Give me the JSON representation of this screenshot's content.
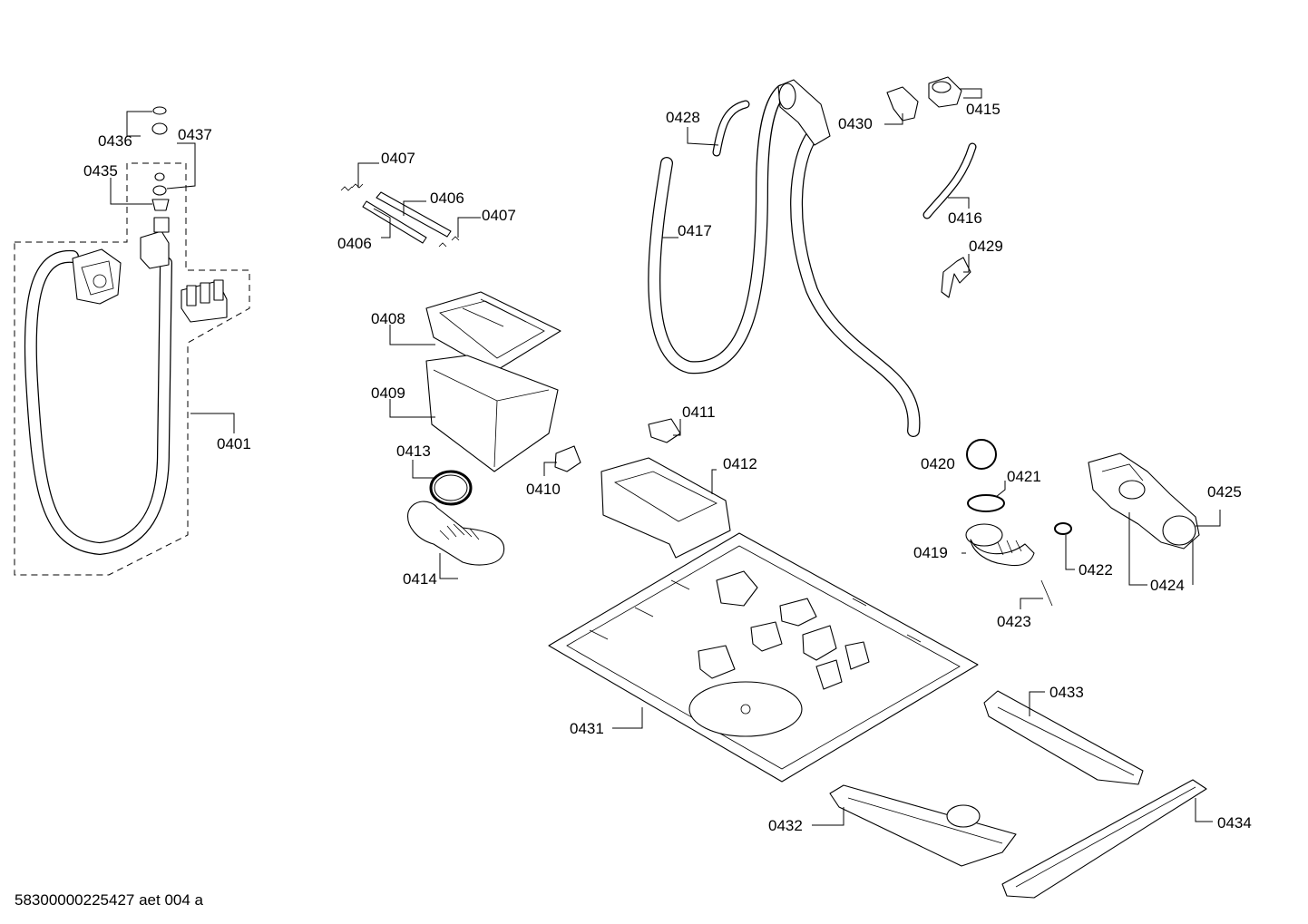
{
  "document_id": "58300000225427 aet 004 a",
  "parts": {
    "p0401": "0401",
    "p0406a": "0406",
    "p0406b": "0406",
    "p0407a": "0407",
    "p0407b": "0407",
    "p0408": "0408",
    "p0409": "0409",
    "p0410": "0410",
    "p0411": "0411",
    "p0412": "0412",
    "p0413": "0413",
    "p0414": "0414",
    "p0415": "0415",
    "p0416": "0416",
    "p0417": "0417",
    "p0419": "0419",
    "p0420": "0420",
    "p0421": "0421",
    "p0422": "0422",
    "p0423": "0423",
    "p0424": "0424",
    "p0425": "0425",
    "p0428": "0428",
    "p0429": "0429",
    "p0430": "0430",
    "p0431": "0431",
    "p0432": "0432",
    "p0433": "0433",
    "p0434": "0434",
    "p0435": "0435",
    "p0436": "0436",
    "p0437": "0437"
  }
}
